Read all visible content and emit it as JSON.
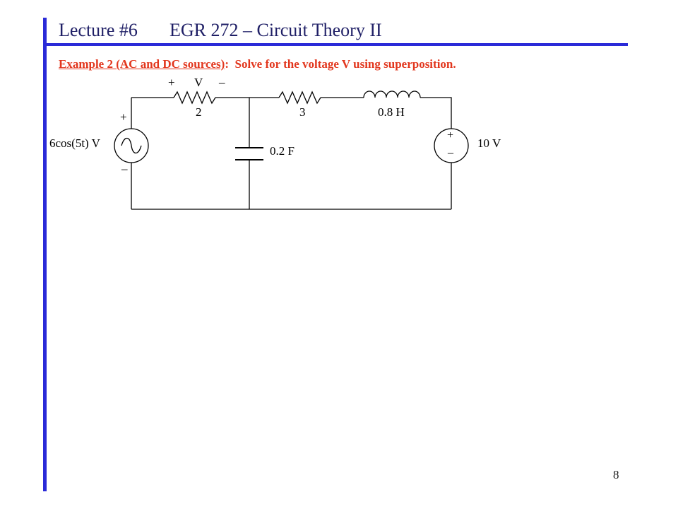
{
  "header": {
    "lecture": "Lecture #6",
    "course": "EGR 272 – Circuit Theory II"
  },
  "example": {
    "label": "Example 2 (AC and DC sources)",
    "separator": ":",
    "instruction": "Solve for the voltage V using superposition."
  },
  "circuit": {
    "ac_source": {
      "value": "6cos(5t) V",
      "plus": "+",
      "minus": "–"
    },
    "resistor_1": {
      "value": "2"
    },
    "voltage_v": {
      "plus": "+",
      "label": "V",
      "minus": "–"
    },
    "resistor_2": {
      "value": "3"
    },
    "inductor": {
      "value": "0.8 H"
    },
    "capacitor": {
      "value": "0.2 F"
    },
    "dc_source": {
      "value": "10 V",
      "plus": "+",
      "minus": "–"
    }
  },
  "footer": {
    "page_number": "8"
  },
  "colors": {
    "accent_blue": "#2a2ad8",
    "title_text": "#1f1f66",
    "example_red": "#e2361d"
  }
}
